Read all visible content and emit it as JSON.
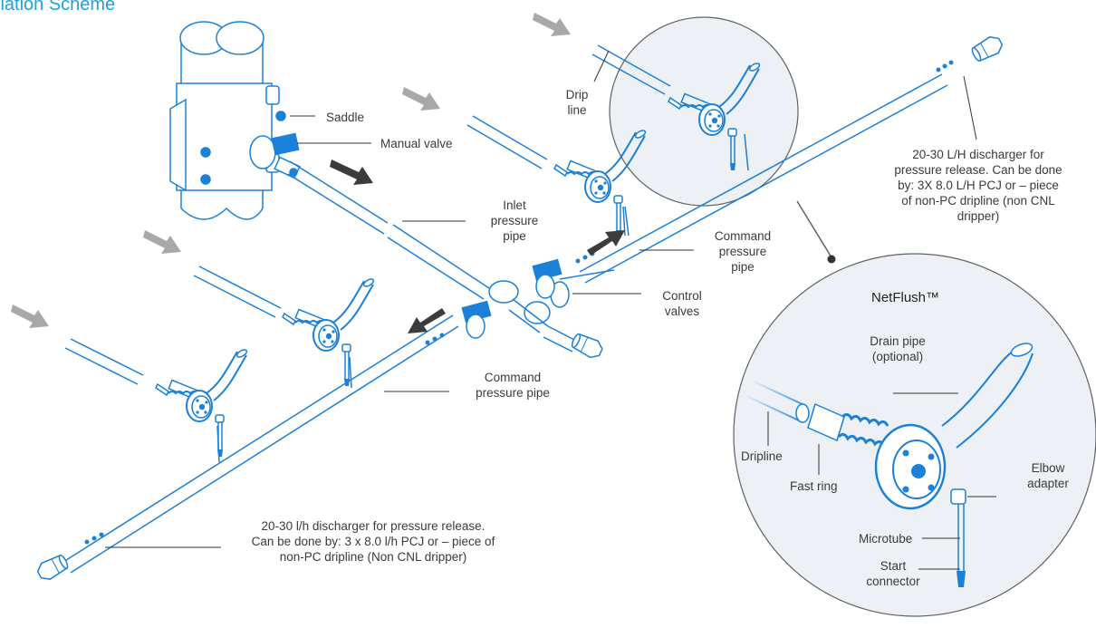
{
  "title": "llation Scheme",
  "labels": {
    "saddle": "Saddle",
    "manual_valve": "Manual valve",
    "inlet_pressure_pipe": [
      "Inlet",
      "pressure",
      "pipe"
    ],
    "drip_line": [
      "Drip",
      "line"
    ],
    "command_pressure_pipe_right": [
      "Command",
      "pressure",
      "pipe"
    ],
    "control_valves": [
      "Control",
      "valves"
    ],
    "command_pressure_pipe_left": [
      "Command",
      "pressure pipe"
    ],
    "discharger_right": [
      "20-30 L/H discharger for",
      "pressure release. Can be done",
      "by: 3X 8.0 L/H PCJ or – piece",
      "of non-PC dripline (non CNL",
      "dripper)"
    ],
    "discharger_left": [
      "20-30 l/h discharger for pressure release.",
      "Can be done by:  3 x 8.0 l/h PCJ or – piece of",
      "non-PC dripline (Non CNL dripper)"
    ]
  },
  "netflush": {
    "title": "NetFlush™",
    "drain_pipe": [
      "Drain pipe",
      "(optional)"
    ],
    "dripline": "Dripline",
    "fast_ring": "Fast ring",
    "elbow_adapter": [
      "Elbow",
      "adapter"
    ],
    "microtube": "Microtube",
    "start_connector": [
      "Start",
      "connector"
    ]
  },
  "colors": {
    "line": "#1a80d8",
    "accent": "#1ba1e2",
    "arrow_dark": "#3c3c3c",
    "arrow_light": "#a8a8a8",
    "circle_fill": "#edf0f4",
    "circle_stroke": "#5f6266",
    "leader": "#333333"
  }
}
